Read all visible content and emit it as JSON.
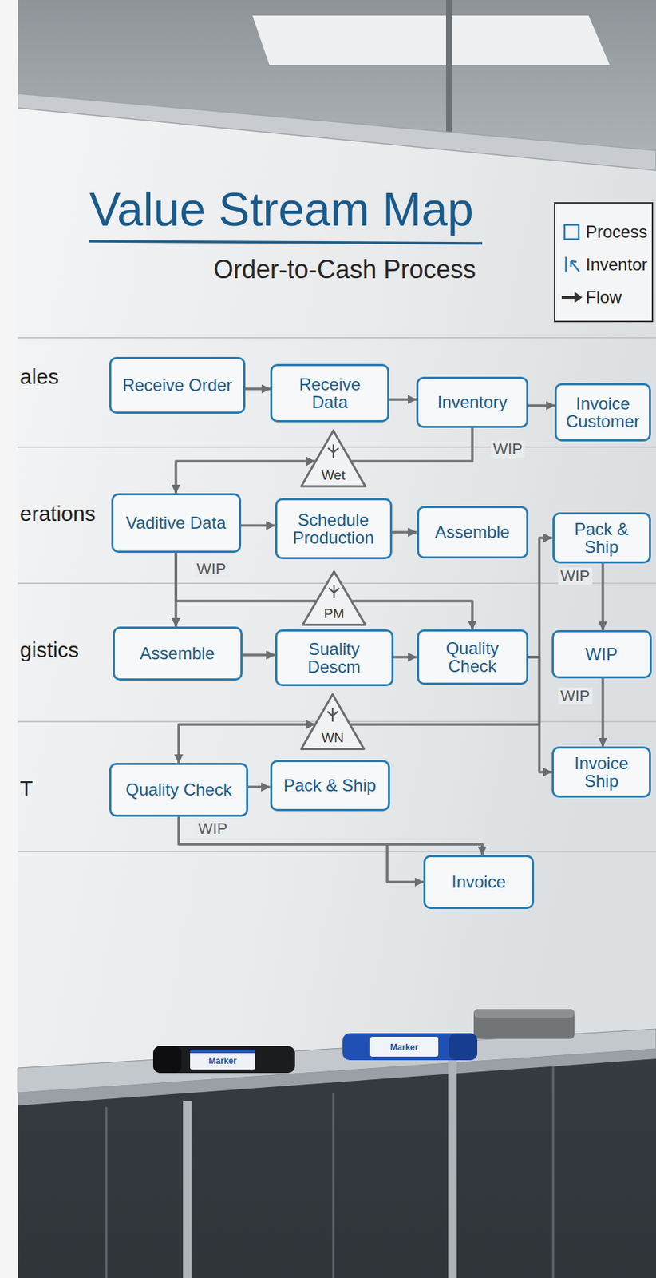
{
  "diagram": {
    "title": "Value Stream Map",
    "caption": "Order-to-Cash Process",
    "nodes": [
      {
        "text": [
          "Receive Order"
        ]
      },
      {
        "text": [
          "Receive Data"
        ]
      },
      {
        "text": [
          "Inventory"
        ]
      },
      {
        "text": [
          "Invoice Customer"
        ]
      },
      {
        "text": [
          "Wet"
        ]
      },
      {
        "text": [
          "Vaditive Data"
        ]
      },
      {
        "text": [
          "Schedule Production"
        ]
      },
      {
        "text": [
          "Assemble"
        ]
      },
      {
        "text": [
          "Pack & Ship"
        ]
      },
      {
        "text": [
          "PM"
        ]
      },
      {
        "text": [
          "Assemble"
        ]
      },
      {
        "text": [
          "Suality Descm"
        ]
      },
      {
        "text": [
          "Quality Check"
        ]
      },
      {
        "text": [
          "WIP"
        ]
      },
      {
        "text": [
          "WN"
        ]
      },
      {
        "text": [
          "Quality Check"
        ]
      },
      {
        "text": [
          "Pack & Ship"
        ]
      },
      {
        "text": [
          "Invoice Ship"
        ]
      },
      {
        "text": [
          "Invoice"
        ]
      }
    ],
    "edges": [
      {
        "from": 0,
        "to": 1,
        "arrow": "to"
      },
      {
        "from": 1,
        "to": 2,
        "arrow": "to"
      },
      {
        "from": 2,
        "to": 3,
        "arrow": "to"
      },
      {
        "from": 2,
        "to": 4,
        "arrow": "none"
      },
      {
        "from": 4,
        "to": 5,
        "arrow": "both"
      },
      {
        "from": 5,
        "to": 6,
        "arrow": "to"
      },
      {
        "from": 6,
        "to": 7,
        "arrow": "to"
      },
      {
        "from": 5,
        "to": 10,
        "arrow": "to"
      },
      {
        "from": 5,
        "to": 9,
        "arrow": "none"
      },
      {
        "from": 9,
        "to": 12,
        "arrow": "to"
      },
      {
        "from": 10,
        "to": 11,
        "arrow": "to"
      },
      {
        "from": 11,
        "to": 12,
        "arrow": "to"
      },
      {
        "from": 8,
        "to": 13,
        "arrow": "to"
      },
      {
        "from": 13,
        "to": 17,
        "arrow": "to"
      },
      {
        "from": 12,
        "to": 8,
        "arrow": "to"
      },
      {
        "from": 12,
        "to": 17,
        "arrow": "to"
      },
      {
        "from": 12,
        "to": 14,
        "arrow": "none"
      },
      {
        "from": 14,
        "to": 15,
        "arrow": "both"
      },
      {
        "from": 15,
        "to": 16,
        "arrow": "to"
      },
      {
        "from": 15,
        "to": 18,
        "arrow": "to"
      }
    ],
    "labels": [
      "ales",
      "WIP",
      "erations",
      "WIP",
      "WIP",
      "gistics",
      "WIP",
      "T",
      "WIP",
      "Marker",
      "Marker"
    ],
    "legend": [
      {
        "text": "Process"
      },
      {
        "text": "Inventor"
      },
      {
        "text": "Flow"
      }
    ]
  }
}
